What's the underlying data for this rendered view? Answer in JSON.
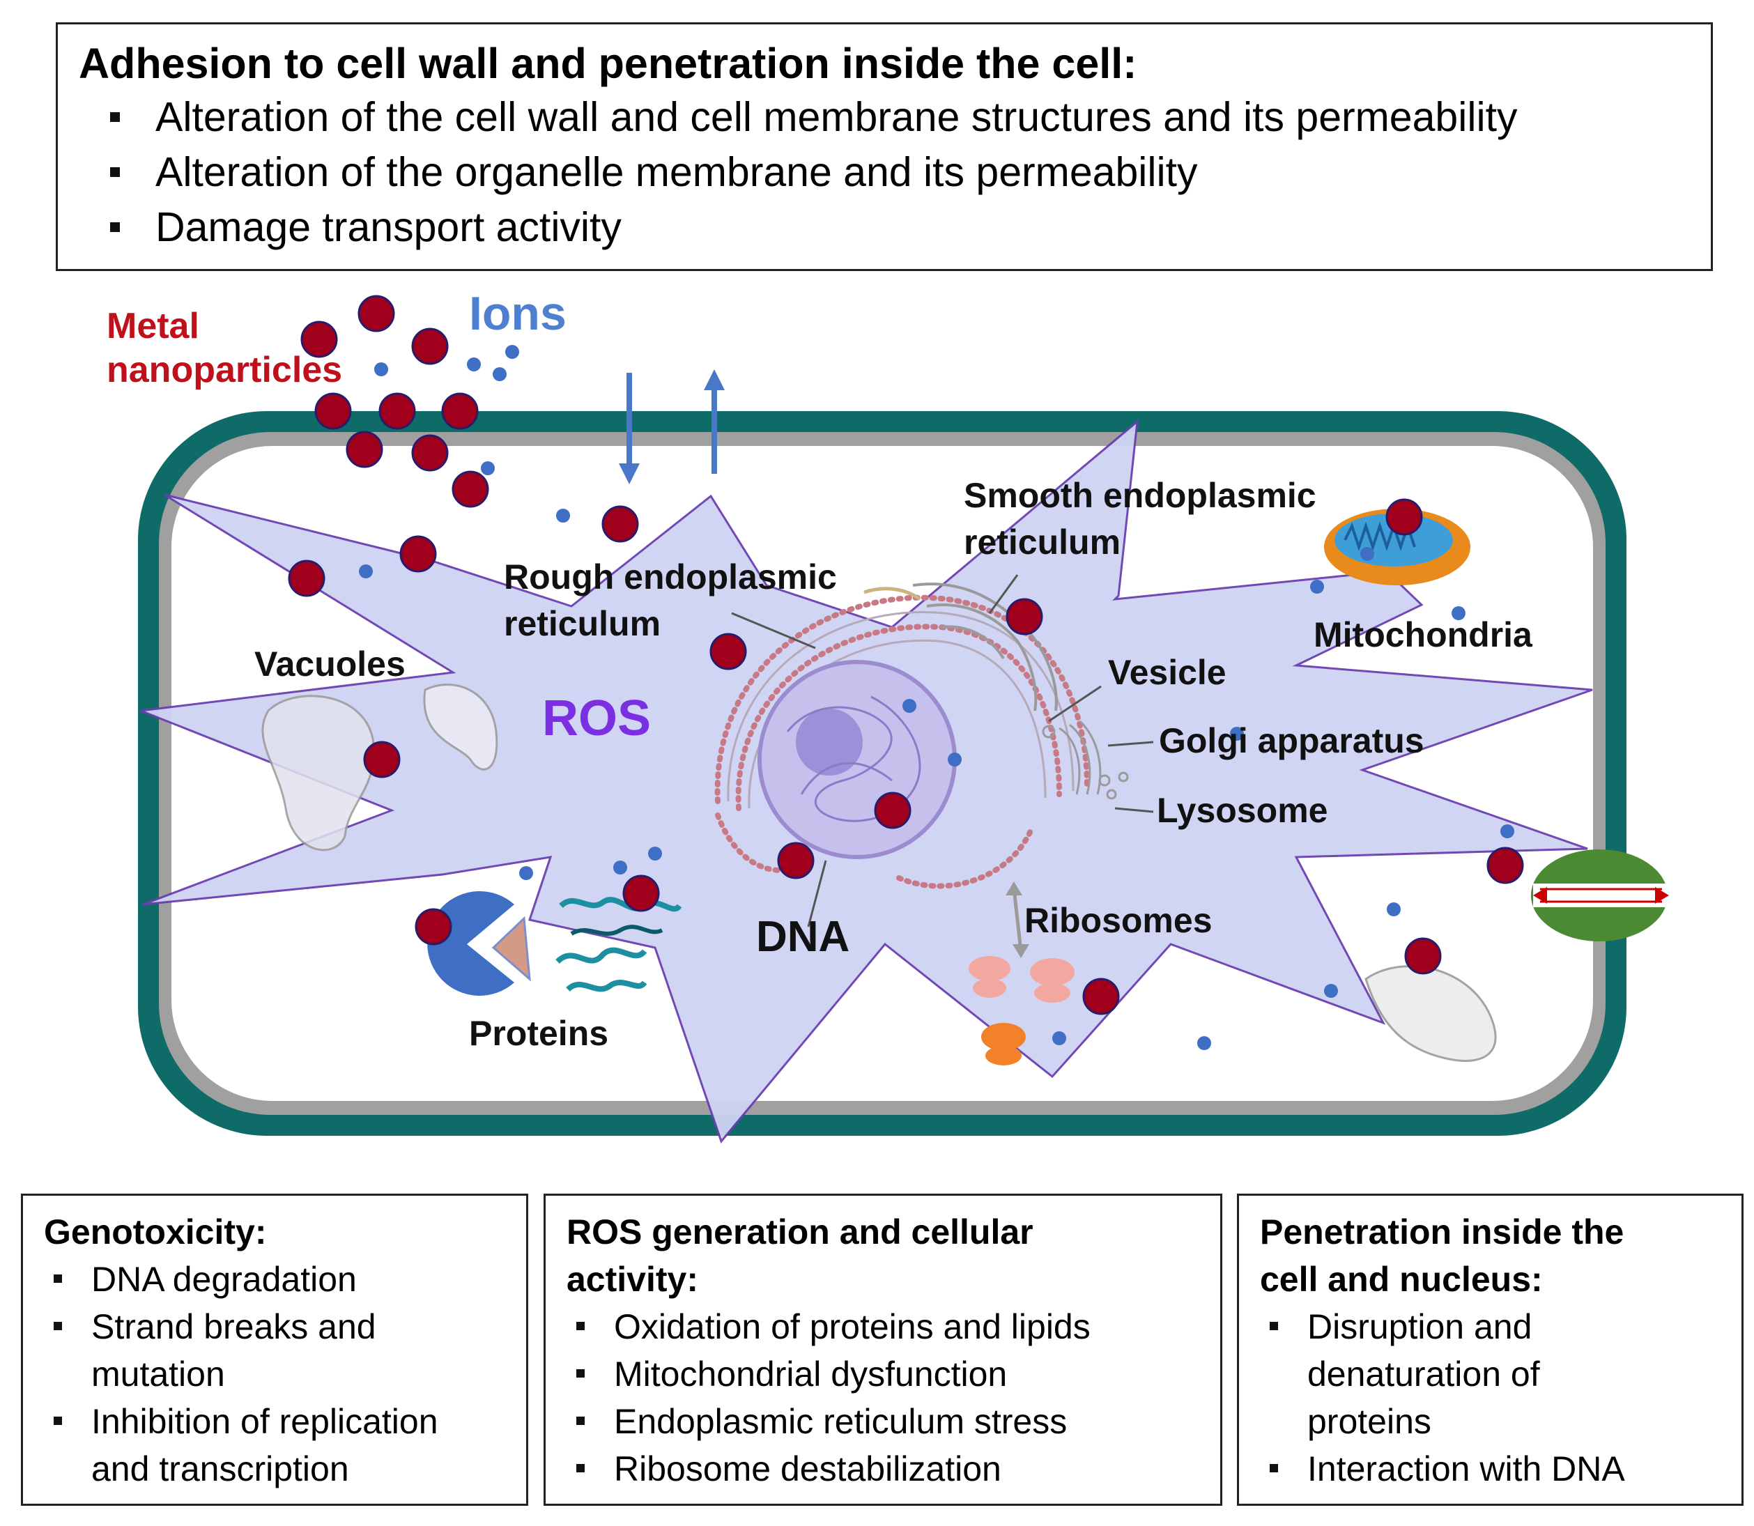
{
  "top_box": {
    "title": "Adhesion to cell wall and penetration inside the cell:",
    "items": [
      "Alteration of the cell wall and cell membrane structures and its permeability",
      "Alteration of the organelle membrane and its permeability",
      "Damage transport activity"
    ]
  },
  "diagram": {
    "metal_label_1": "Metal",
    "metal_label_2": "nanoparticles",
    "ions_label": "Ions",
    "ros_label": "ROS",
    "labels": {
      "smooth_er_1": "Smooth endoplasmic",
      "smooth_er_2": "reticulum",
      "rough_er_1": "Rough endoplasmic",
      "rough_er_2": "reticulum",
      "mitochondria": "Mitochondria",
      "vacuoles": "Vacuoles",
      "vesicle": "Vesicle",
      "golgi": "Golgi  apparatus",
      "lysosome": "Lysosome",
      "ribosomes": "Ribosomes",
      "dna": "DNA",
      "proteins": "Proteins"
    },
    "colors": {
      "cell_wall": "#0e6b67",
      "membrane": "#a0a0a0",
      "ros_fill": "#cfd3f4",
      "ros_stroke": "#6a3fb0",
      "nanoparticle": "#a0001c",
      "ion": "#3f6fc4",
      "ions_text": "#4f7fd0",
      "metal_text": "#c0101c",
      "ros_text": "#7b2fe0"
    }
  },
  "bottom_boxes": [
    {
      "title_lines": [
        "Genotoxicity:"
      ],
      "items": [
        [
          "DNA degradation"
        ],
        [
          "Strand breaks and",
          "mutation"
        ],
        [
          "Inhibition  of replication",
          "and transcription"
        ]
      ]
    },
    {
      "title_lines": [
        "ROS generation and cellular",
        "activity:"
      ],
      "items": [
        [
          "Oxidation  of proteins and lipids"
        ],
        [
          "Mitochondrial  dysfunction"
        ],
        [
          "Endoplasmic  reticulum  stress"
        ],
        [
          "Ribosome  destabilization"
        ]
      ]
    },
    {
      "title_lines": [
        "Penetration inside the",
        "cell and nucleus:"
      ],
      "items": [
        [
          "Disruption and",
          "denaturation  of",
          "proteins"
        ],
        [
          "Interaction  with DNA"
        ]
      ]
    }
  ]
}
